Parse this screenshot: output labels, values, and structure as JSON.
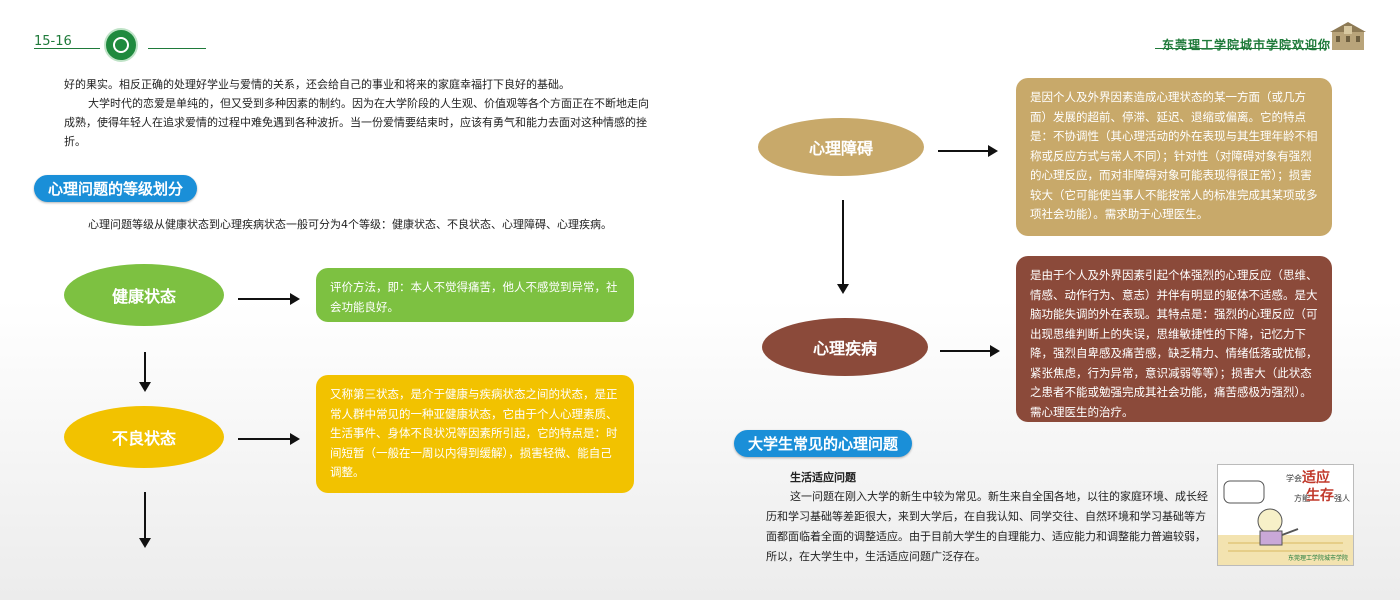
{
  "header": {
    "page_number": "15-16",
    "right_title": "东莞理工学院城市学院欢迎你"
  },
  "intro": {
    "p1": "好的果实。相反正确的处理好学业与爱情的关系，还会给自己的事业和将来的家庭幸福打下良好的基础。",
    "p2_line1": "大学时代的恋爱是单纯的，但又受到多种因素的制约。因为在大学阶段的人生观、价值观等各个方面正在不断地走向",
    "p2_line2": "成熟，使得年轻人在追求爱情的过程中难免遇到各种波折。当一份爱情要结束时，应该有勇气和能力去面对这种情感的挫",
    "p2_line3": "折。"
  },
  "section1": {
    "title": "心理问题的等级划分",
    "desc": "心理问题等级从健康状态到心理疾病状态一般可分为4个等级：健康状态、不良状态、心理障碍、心理疾病。"
  },
  "levels": [
    {
      "name": "健康状态",
      "color": "#7dc141",
      "desc": "评价方法，即：本人不觉得痛苦，他人不感觉到异常，社会功能良好。"
    },
    {
      "name": "不良状态",
      "color": "#f2c200",
      "desc": "又称第三状态，是介于健康与疾病状态之间的状态，是正常人群中常见的一种亚健康状态，它由于个人心理素质、生活事件、身体不良状况等因素所引起，它的特点是：时间短暂（一般在一周以内得到缓解），损害轻微、能自己调整。"
    },
    {
      "name": "心理障碍",
      "color": "#c8a96a",
      "desc": "是因个人及外界因素造成心理状态的某一方面（或几方面）发展的超前、停滞、延迟、退缩或偏离。它的特点是：不协调性（其心理活动的外在表现与其生理年龄不相称或反应方式与常人不同）；针对性（对障碍对象有强烈的心理反应，而对非障碍对象可能表现得很正常）；损害较大（它可能使当事人不能按常人的标准完成其某项或多项社会功能）。需求助于心理医生。"
    },
    {
      "name": "心理疾病",
      "color": "#8b4a3a",
      "desc": "是由于个人及外界因素引起个体强烈的心理反应（思维、情感、动作行为、意志）并伴有明显的躯体不适感。是大脑功能失调的外在表现。其特点是：强烈的心理反应（可出现思维判断上的失误，思维敏捷性的下降，记忆力下降，强烈自卑感及痛苦感，缺乏精力、情绪低落或忧郁，紧张焦虑，行为异常，意识减弱等等）；损害大（此状态之患者不能或勉强完成其社会功能，痛苦感极为强烈）。需心理医生的治疗。"
    }
  ],
  "section2": {
    "title": "大学生常见的心理问题",
    "sub_title": "生活适应问题",
    "para": "这一问题在刚入大学的新生中较为常见。新生来自全国各地，以往的家庭环境、成长经历和学习基础等差距很大，来到大学后，在自我认知、同学交往、自然环境和学习基础等方面都面临着全面的调整适应。由于目前大学生的自理能力、适应能力和调整能力普遍较弱，所以，在大学生中，生活适应问题广泛存在。"
  },
  "illustration": {
    "caption_1": "学会",
    "caption_big_1": "适应",
    "caption_2": "方能",
    "caption_big_2": "生存",
    "caption_3": "强人",
    "credit": "东莞理工学院城市学院"
  },
  "colors": {
    "accent_green": "#1f7a3a",
    "section_blue": "#1a8fd8"
  }
}
